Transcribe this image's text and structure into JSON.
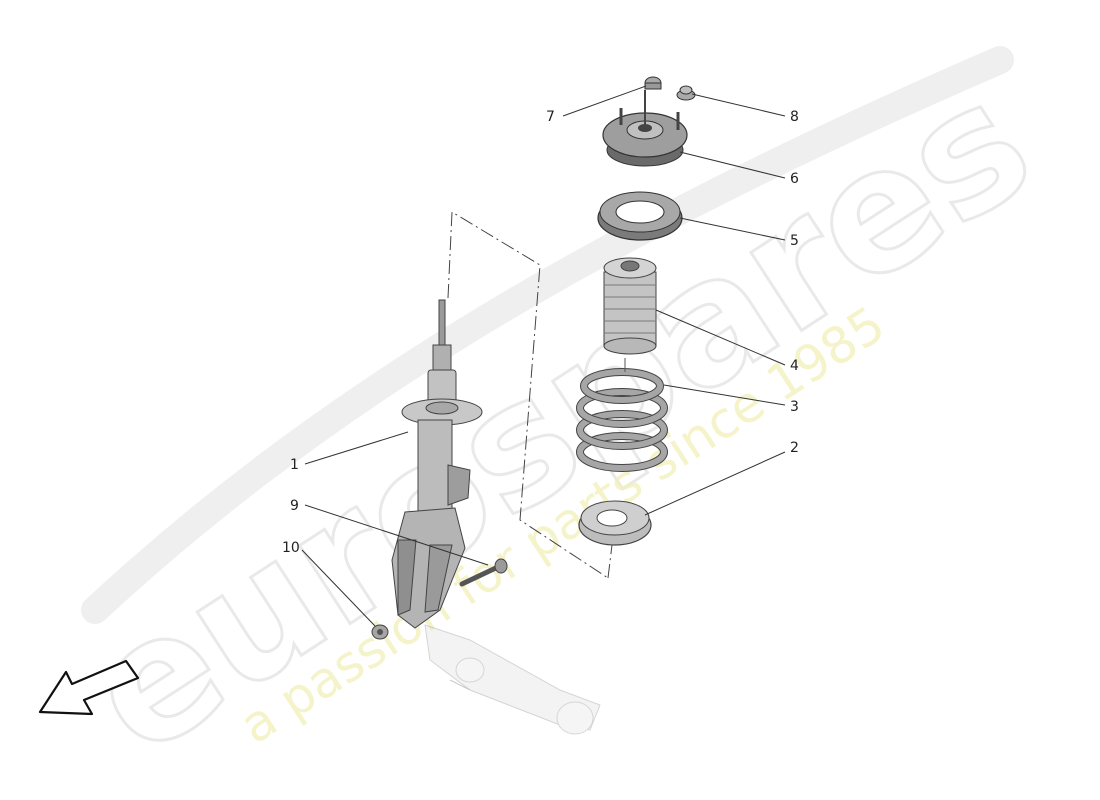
{
  "colors": {
    "part_fill": "#b9b9b9",
    "part_dark": "#4a4a4a",
    "part_light": "#dcdcdc",
    "line": "#333333",
    "watermark_text": "#f2f0b8"
  },
  "watermark": {
    "brand": "eurospares",
    "tagline": "a passion for parts since 1985"
  },
  "callouts": [
    {
      "id": "1",
      "label": "1"
    },
    {
      "id": "2",
      "label": "2"
    },
    {
      "id": "3",
      "label": "3"
    },
    {
      "id": "4",
      "label": "4"
    },
    {
      "id": "5",
      "label": "5"
    },
    {
      "id": "6",
      "label": "6"
    },
    {
      "id": "7",
      "label": "7"
    },
    {
      "id": "8",
      "label": "8"
    },
    {
      "id": "9",
      "label": "9"
    },
    {
      "id": "10",
      "label": "10"
    }
  ],
  "icons": {
    "direction": "direction-arrow-icon"
  }
}
